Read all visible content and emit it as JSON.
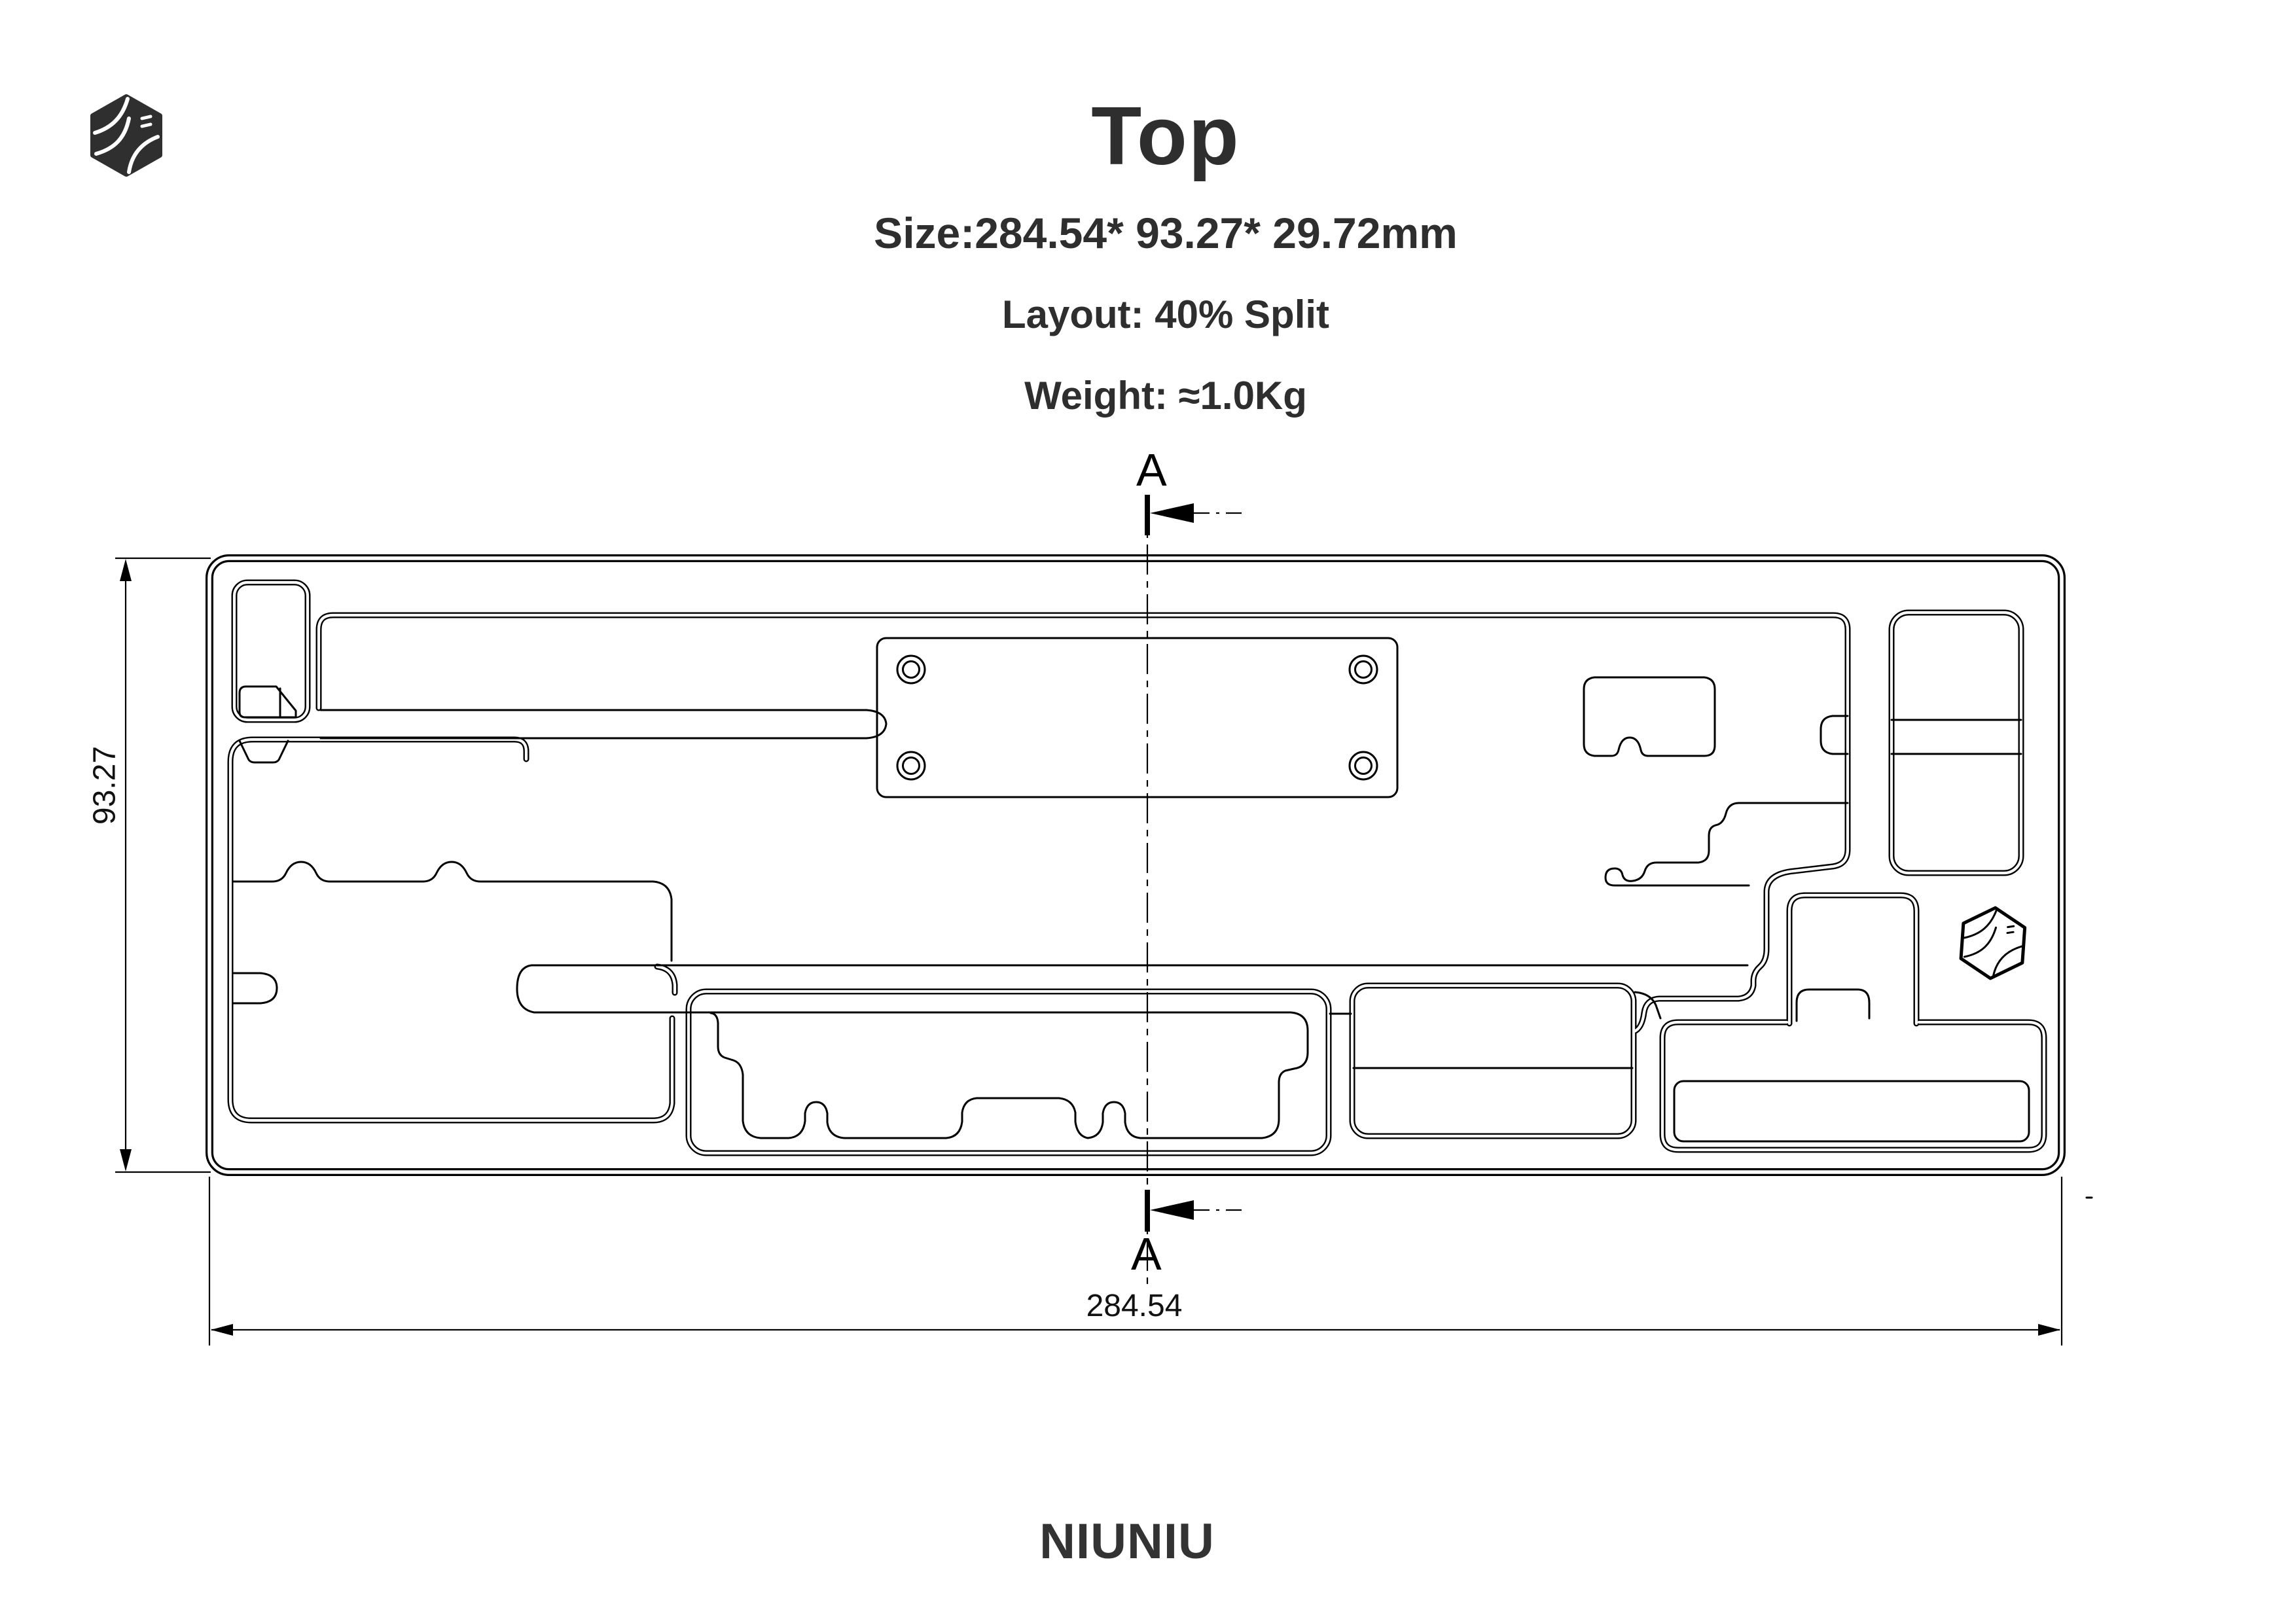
{
  "page": {
    "background": "#ffffff",
    "line_color": "#000000",
    "text_color": "#2e2e2e"
  },
  "header": {
    "title": "Top",
    "size_line": "Size:284.54* 93.27* 29.72mm",
    "layout_line": "Layout: 40% Split",
    "weight_line": "Weight: ≈1.0Kg"
  },
  "section_marks": {
    "top_label": "A",
    "bottom_label": "A"
  },
  "dimensions": {
    "height_mm": "93.27",
    "width_mm": "284.54"
  },
  "footer": {
    "brand": "NIUNIU"
  },
  "icons": {
    "brand_logo": "niuniu-hex-cube-logo",
    "engraved_logo": "niuniu-hex-cube-logo-engraved"
  }
}
